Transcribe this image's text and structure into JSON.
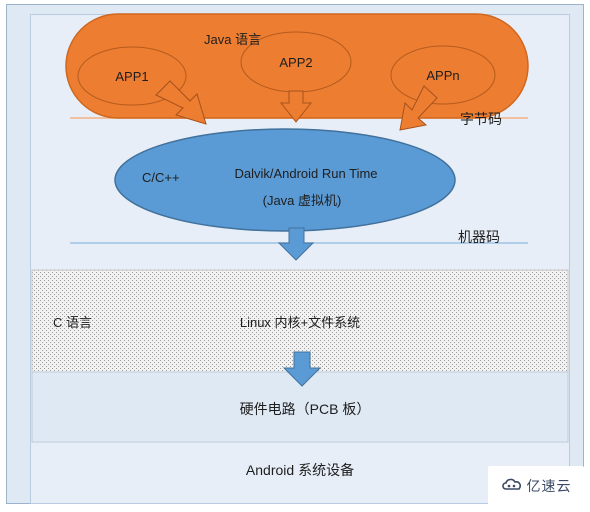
{
  "diagram": {
    "java_layer": {
      "title": "Java 语言",
      "apps": [
        "APP1",
        "APP2",
        "APPn"
      ]
    },
    "bytecode_label": "字节码",
    "runtime": {
      "left_label": "C/C++",
      "name": "Dalvik/Android Run Time",
      "sub": "(Java 虚拟机)"
    },
    "machine_code_label": "机器码",
    "kernel": {
      "left_label": "C 语言",
      "name": "Linux 内核+文件系统"
    },
    "hardware_label": "硬件电路（PCB 板）",
    "device_label": "Android 系统设备"
  },
  "watermark": {
    "text": "亿速云",
    "icon": "cloud-logo-icon"
  },
  "colors": {
    "orange": "#ed7d31",
    "orange_border": "#d0671e",
    "blue": "#5b9bd5",
    "blue_border": "#41719c",
    "line": "#f4b183",
    "machine_line": "#9dc3e6",
    "background": "#dfe9f4"
  }
}
